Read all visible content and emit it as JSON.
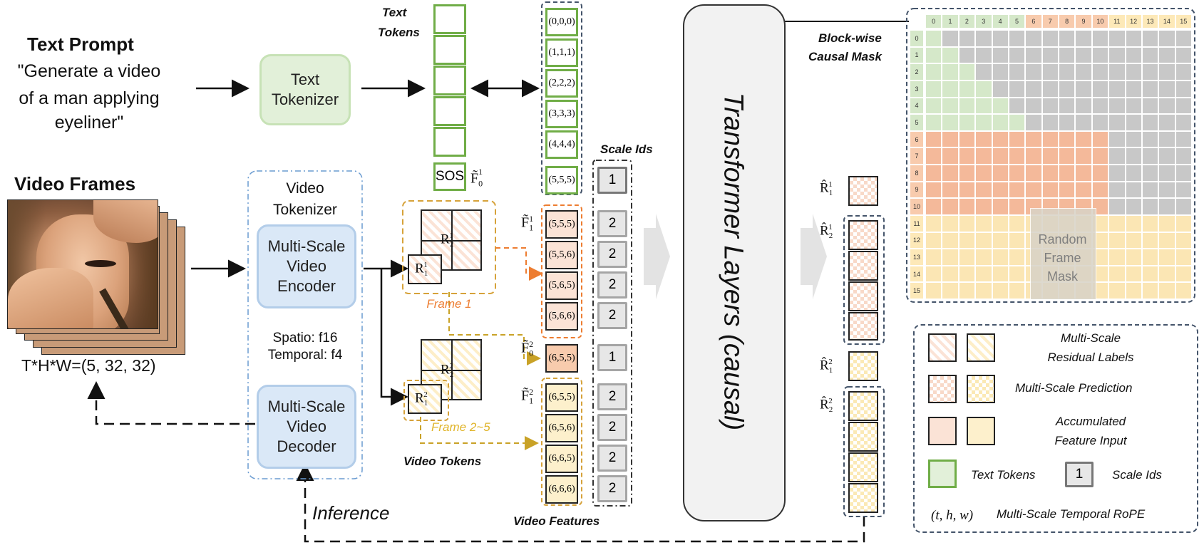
{
  "left": {
    "text_prompt_title": "Text Prompt",
    "prompt_line1": "\"Generate a video",
    "prompt_line2": "of  a man applying",
    "prompt_line3": "eyeliner\"",
    "video_frames_title": "Video Frames",
    "dims": "T*H*W=(5, 32, 32)",
    "inference": "Inference"
  },
  "text_tokenizer": {
    "line1": "Text",
    "line2": "Tokenizer"
  },
  "video_tokenizer": {
    "title_line1": "Video",
    "title_line2": "Tokenizer",
    "encoder": [
      "Multi-Scale",
      "Video",
      "Encoder"
    ],
    "decoder": [
      "Multi-Scale",
      "Video",
      "Decoder"
    ],
    "spatio": "Spatio: f16",
    "temporal": "Temporal: f4"
  },
  "tokens": {
    "text_tokens_label1": "Text",
    "text_tokens_label2": "Tokens",
    "sos": "SOS",
    "f0_1": "F̃",
    "f0_1_sup": "1",
    "f0_1_sub": "0",
    "frame1": "Frame 1",
    "frame2": "Frame 2~5",
    "video_tokens": "Video Tokens",
    "r2": "R",
    "r1": "R"
  },
  "rope_text": [
    "(0,0,0)",
    "(1,1,1)",
    "(2,2,2)",
    "(3,3,3)",
    "(4,4,4)",
    "(5,5,5)"
  ],
  "rope_frame1": [
    "(5,5,5)",
    "(5,5,6)",
    "(5,6,5)",
    "(5,6,6)"
  ],
  "rope_f02": "(6,5,5)",
  "rope_frame2": [
    "(6,5,5)",
    "(6,5,6)",
    "(6,6,5)",
    "(6,6,6)"
  ],
  "scale_ids_title": "Scale Ids",
  "scale_ids": [
    "1",
    "2",
    "2",
    "2",
    "2",
    "1",
    "2",
    "2",
    "2",
    "2"
  ],
  "video_features": "Video Features",
  "transformer": "Transformer Layers (causal)",
  "mask": {
    "title1": "Block-wise",
    "title2": "Causal Mask",
    "labels": [
      "0",
      "1",
      "2",
      "3",
      "4",
      "5",
      "6",
      "7",
      "8",
      "9",
      "10",
      "11",
      "12",
      "13",
      "14",
      "15"
    ],
    "random_mask": [
      "Random",
      "Frame",
      "Mask"
    ],
    "colors": {
      "text": "#d5e8c9",
      "f1": "#f4b99a",
      "f2": "#fbe6b4",
      "masked": "#c8c8c8"
    }
  },
  "legend": {
    "residual": [
      "Multi-Scale",
      "Residual Labels"
    ],
    "prediction": "Multi-Scale Prediction",
    "accumulated": [
      "Accumulated",
      "Feature Input"
    ],
    "text_tokens": "Text Tokens",
    "scale_box": "1",
    "scale_ids": "Scale Ids",
    "thw": "(t, h, w)",
    "rope": "Multi-Scale Temporal RoPE"
  },
  "outputs": {
    "r": "R̂"
  }
}
